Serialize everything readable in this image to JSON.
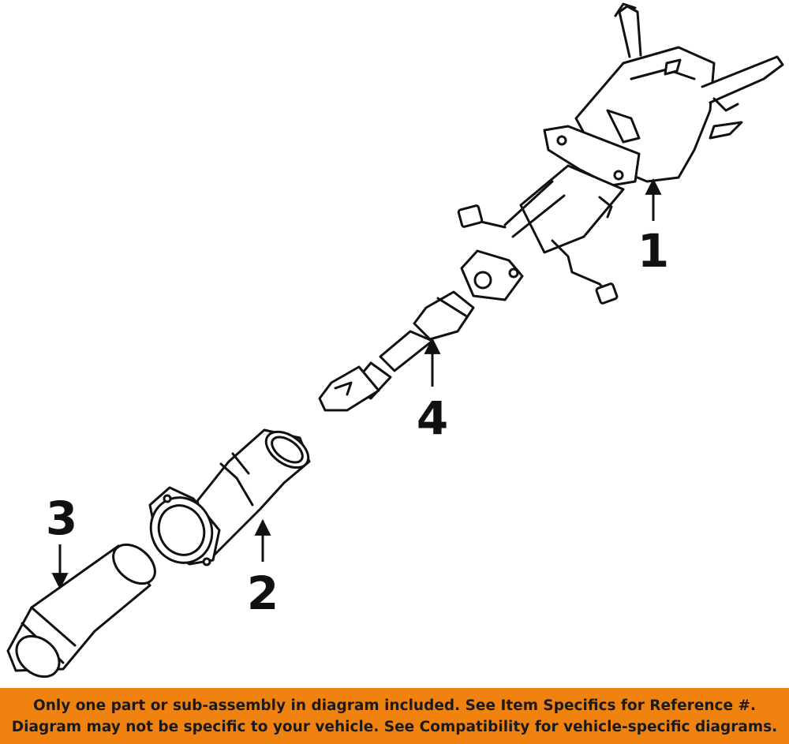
{
  "callouts": [
    {
      "id": "1",
      "label": "1",
      "part": "steering-column-assembly"
    },
    {
      "id": "2",
      "label": "2",
      "part": "column-boot"
    },
    {
      "id": "3",
      "label": "3",
      "part": "seal-sleeve"
    },
    {
      "id": "4",
      "label": "4",
      "part": "intermediate-shaft"
    }
  ],
  "banner": {
    "line1": "Only one part or sub-assembly in diagram included. See Item Specifics for Reference #.",
    "line2": "Diagram may not be specific to your vehicle. See Compatibility for vehicle-specific diagrams.",
    "background": "#f0830f"
  }
}
